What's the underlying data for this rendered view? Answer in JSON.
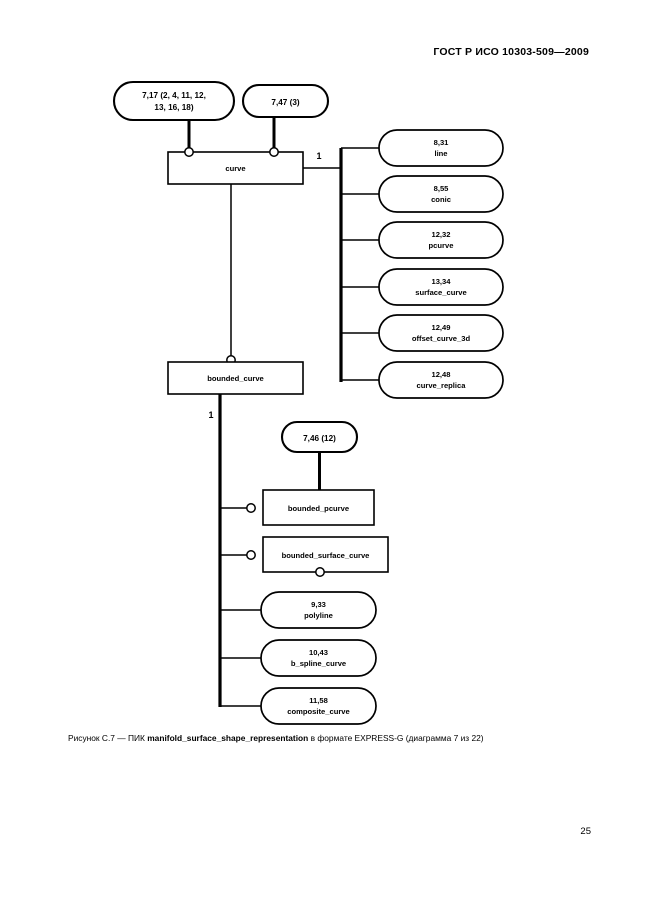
{
  "header": {
    "standard_title": "ГОСТ Р ИСО 10303-509—2009"
  },
  "page_number": "25",
  "caption": {
    "prefix": "Рисунок С.7 — ПИК ",
    "entity": "manifold_surface_shape_representation",
    "suffix": " в формате EXPRESS-G (диаграмма 7 из 22)"
  },
  "diagram": {
    "type": "EXPRESS-G",
    "page_refs": [
      {
        "id": "ref-top-left",
        "line1": "7,17 (2, 4, 11, 12,",
        "line2": "13, 16, 18)"
      },
      {
        "id": "ref-top-right",
        "line1": "7,47 (3)",
        "line2": ""
      },
      {
        "id": "ref-mid",
        "line1": "7,46 (12)",
        "line2": ""
      }
    ],
    "entities": [
      {
        "id": "curve",
        "label": "curve",
        "shape": "box"
      },
      {
        "id": "bounded_curve",
        "label": "bounded_curve",
        "shape": "box"
      },
      {
        "id": "bounded_pcurve",
        "label": "bounded_pcurve",
        "shape": "box"
      },
      {
        "id": "bounded_surface_curve",
        "label": "bounded_surface_curve",
        "shape": "box"
      }
    ],
    "subtypes_of_curve": [
      {
        "id": "line",
        "ref": "8,31",
        "label": "line"
      },
      {
        "id": "conic",
        "ref": "8,55",
        "label": "conic"
      },
      {
        "id": "pcurve",
        "ref": "12,32",
        "label": "pcurve"
      },
      {
        "id": "surface_curve",
        "ref": "13,34",
        "label": "surface_curve"
      },
      {
        "id": "offset_curve_3d",
        "ref": "12,49",
        "label": "offset_curve_3d"
      },
      {
        "id": "curve_replica",
        "ref": "12,48",
        "label": "curve_replica"
      }
    ],
    "subtypes_of_bounded_curve": [
      {
        "id": "polyline",
        "ref": "9,33",
        "label": "polyline"
      },
      {
        "id": "b_spline_curve",
        "ref": "10,43",
        "label": "b_spline_curve"
      },
      {
        "id": "composite_curve",
        "ref": "11,58",
        "label": "composite_curve"
      }
    ],
    "cardinalities": [
      {
        "id": "card-curve",
        "value": "1"
      },
      {
        "id": "card-bounded-curve",
        "value": "1"
      }
    ]
  }
}
